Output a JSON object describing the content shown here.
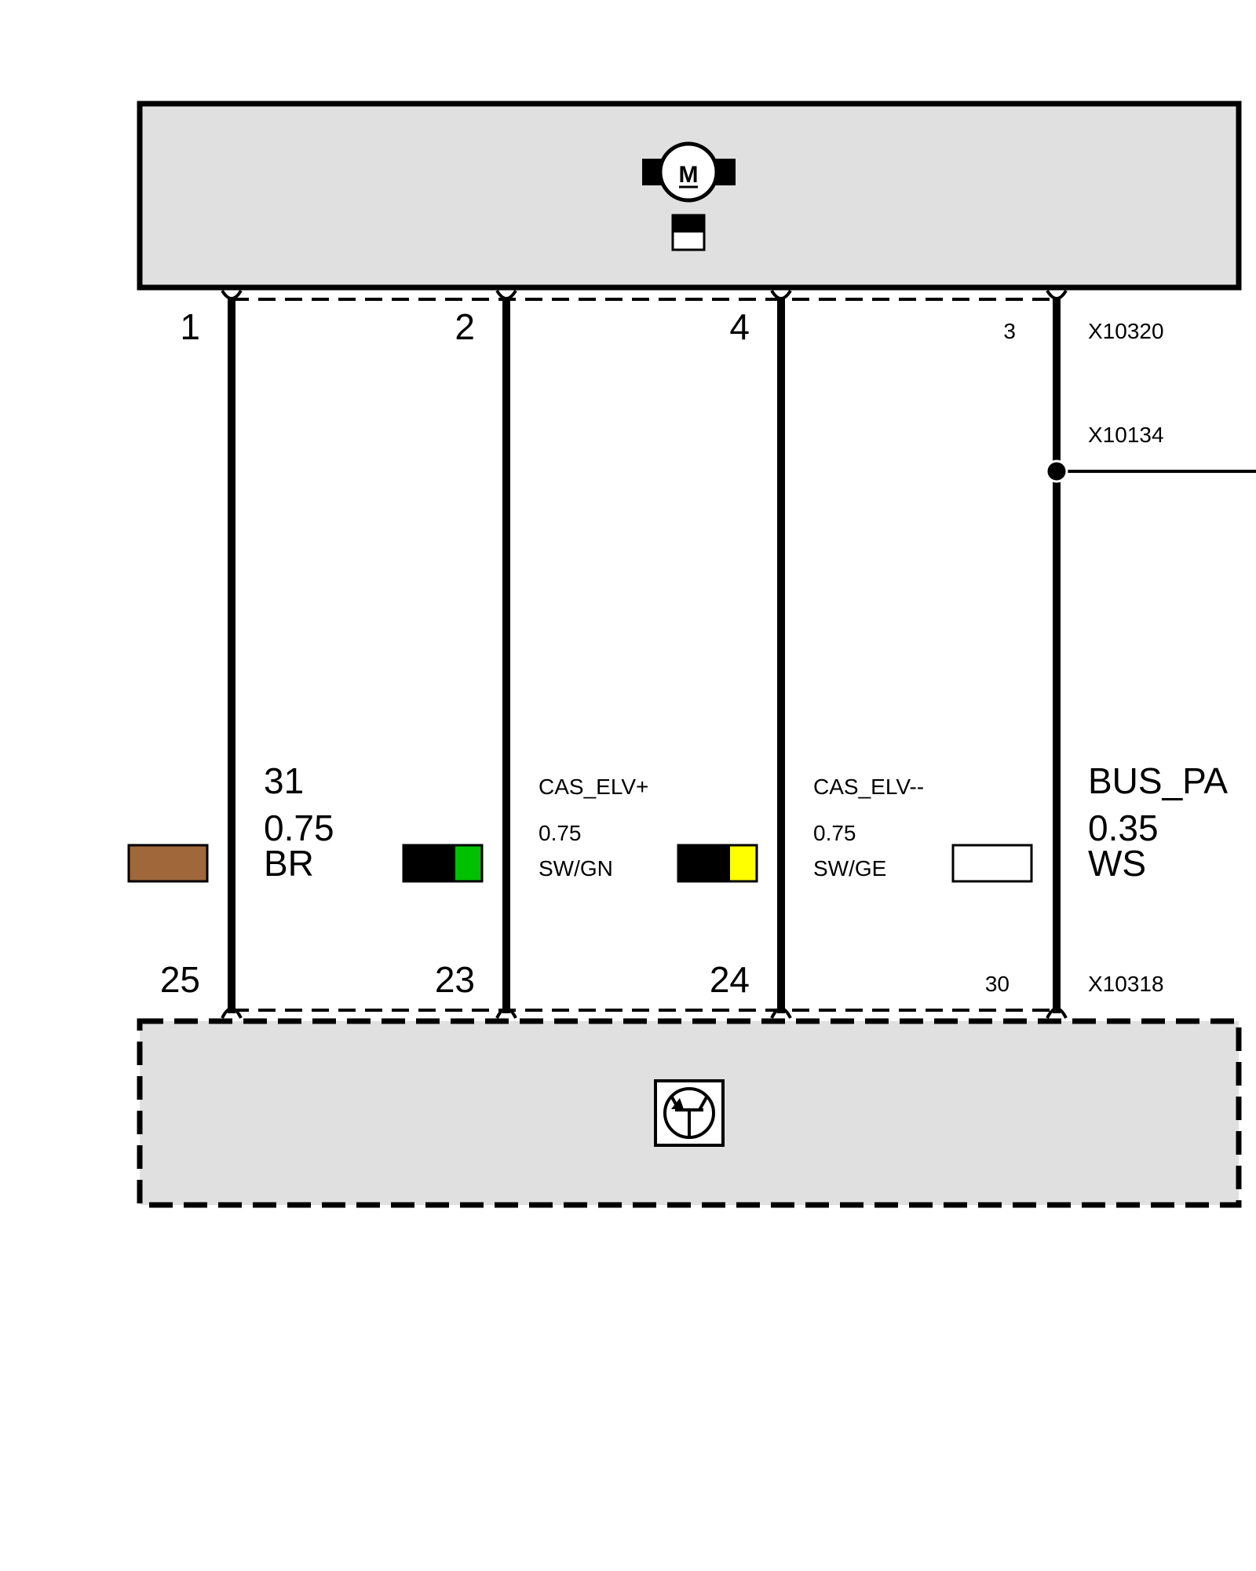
{
  "components": {
    "top": {
      "symbol": "motor-icon",
      "fill": "#e0e0e0"
    },
    "bottom": {
      "symbol": "transistor-icon",
      "fill": "#e0e0e0"
    }
  },
  "connectors": {
    "top_id": "X10320",
    "splice_id": "X10134",
    "bottom_id": "X10318"
  },
  "wires": [
    {
      "pin_top": "1",
      "pin_bottom": "25",
      "signal": "31",
      "gauge": "0.75",
      "color_code": "BR",
      "swatch": [
        "#a0673a"
      ]
    },
    {
      "pin_top": "2",
      "pin_bottom": "23",
      "signal": "CAS_ELV+",
      "gauge": "0.75",
      "color_code": "SW/GN",
      "swatch": [
        "#000000",
        "#00c000"
      ]
    },
    {
      "pin_top": "4",
      "pin_bottom": "24",
      "signal": "CAS_ELV--",
      "gauge": "0.75",
      "color_code": "SW/GE",
      "swatch": [
        "#000000",
        "#ffff00"
      ]
    },
    {
      "pin_top": "3",
      "pin_bottom": "30",
      "signal": "BUS_PA",
      "gauge": "0.35",
      "color_code": "WS",
      "swatch": [
        "#ffffff"
      ]
    }
  ]
}
